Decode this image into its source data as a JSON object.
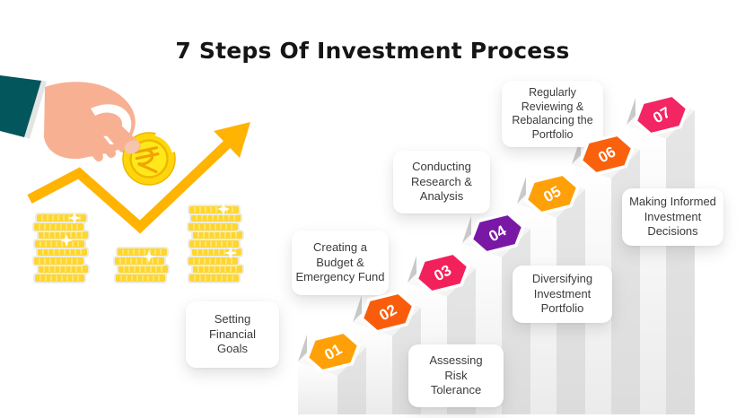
{
  "title": "7 Steps Of Investment Process",
  "steps": [
    {
      "num": "01",
      "color": "#FFA008",
      "label": [
        "Setting",
        "Financial",
        "Goals"
      ]
    },
    {
      "num": "02",
      "color": "#F95D0B",
      "label": [
        "Creating a",
        "Budget &",
        "Emergency Fund"
      ]
    },
    {
      "num": "03",
      "color": "#F2215C",
      "label": [
        "Assessing",
        "Risk",
        "Tolerance"
      ]
    },
    {
      "num": "04",
      "color": "#7A18A6",
      "label": [
        "Conducting",
        "Research &",
        "Analysis"
      ]
    },
    {
      "num": "05",
      "color": "#FFA008",
      "label": [
        "Diversifying",
        "Investment",
        "Portfolio"
      ]
    },
    {
      "num": "06",
      "color": "#F9610D",
      "label": [
        "Regularly",
        "Reviewing &",
        "Rebalancing the",
        "Portfolio"
      ]
    },
    {
      "num": "07",
      "color": "#F32562",
      "label": [
        "Making Informed",
        "Investment",
        "Decisions"
      ]
    }
  ],
  "colors": {
    "arrow_gold": "#FFB404",
    "coin_gold": "#FFD60A",
    "coin_face": "#FFE81A",
    "stack_coin_yellow": "#FFD530",
    "sleeve_teal": "#03565C",
    "hand_peach": "#F8B093",
    "pillar_side": "#E3E3E3",
    "pillar_shadow": "#C9C9C9",
    "title_text": "#151515",
    "label_text": "#3B3B3B"
  },
  "illustration": {
    "currency_symbol": "₹",
    "coin_stacks": [
      8,
      4,
      9
    ]
  }
}
